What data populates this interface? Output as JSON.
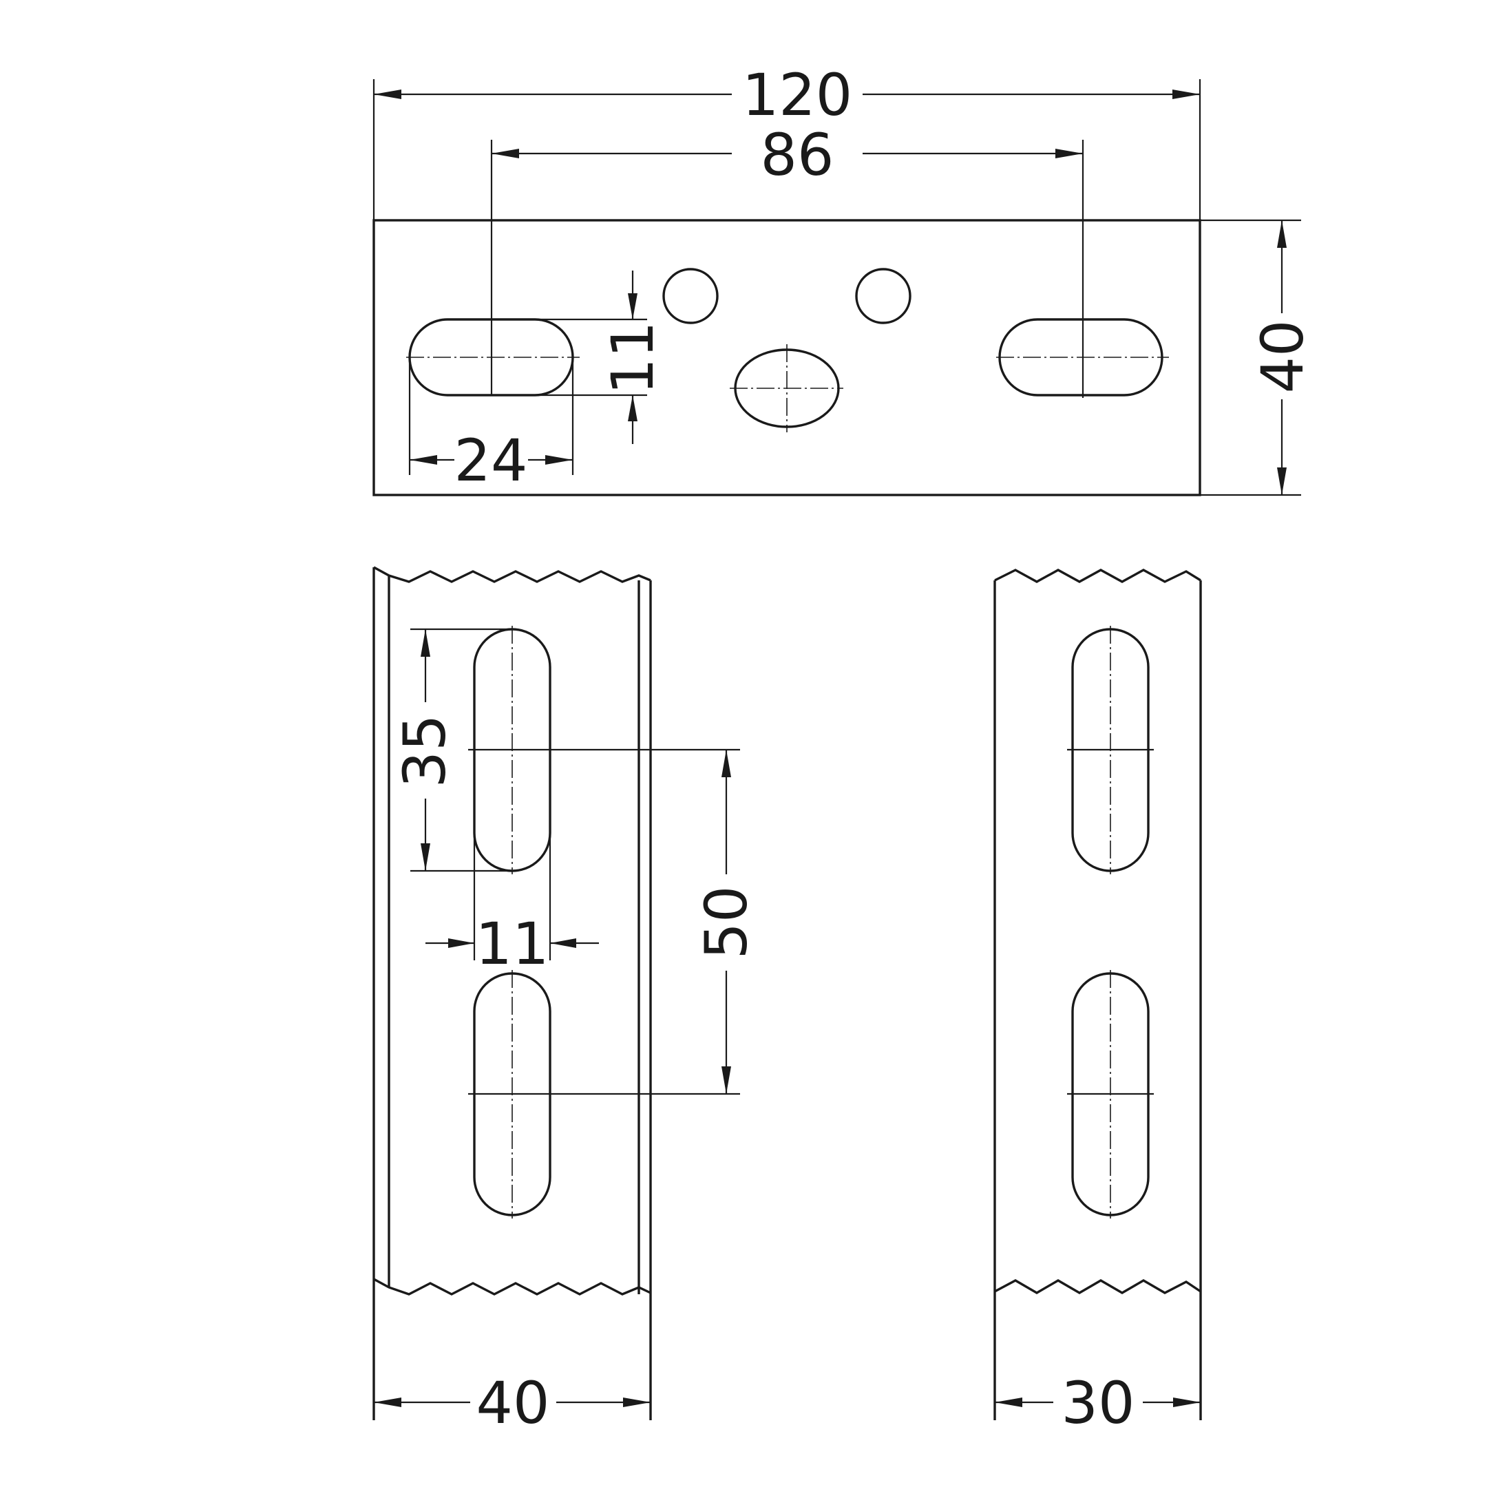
{
  "dimensions": {
    "overall_length": "120",
    "slot_pitch": "86",
    "top_height": "40",
    "slot_height": "11",
    "slot_length": "24",
    "side_slot_length": "35",
    "side_slot_width": "11",
    "side_slot_pitch": "50",
    "side_width": "40",
    "end_width": "30"
  },
  "colors": {
    "line": "#1a1a1a",
    "background": "#ffffff"
  }
}
